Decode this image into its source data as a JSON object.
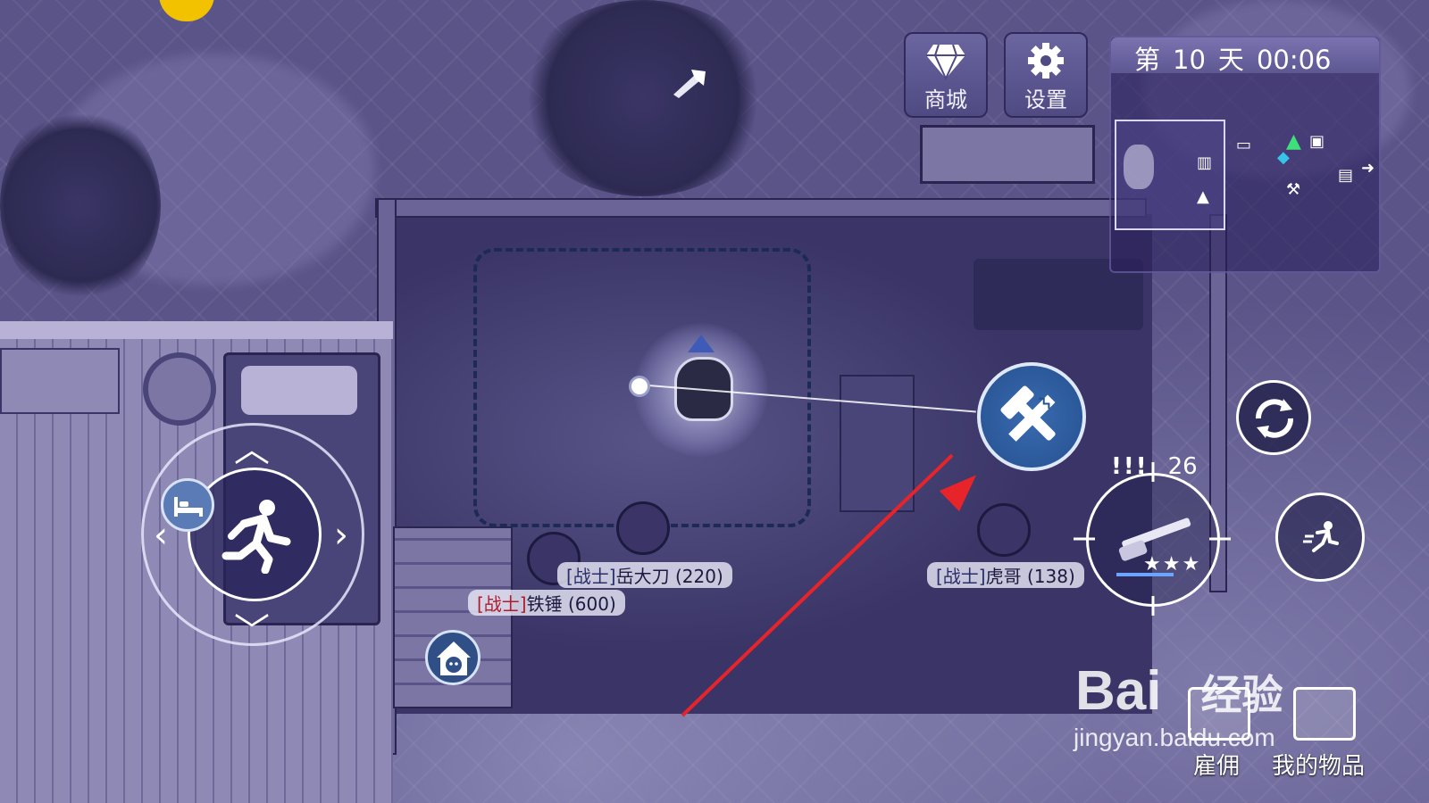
{
  "hud": {
    "shop_label": "商城",
    "settings_label": "设置",
    "day": {
      "prefix": "第",
      "number": "10",
      "suffix": "天",
      "time": "00:06"
    },
    "ammo": {
      "warning": "!!!",
      "count": "26"
    },
    "weapon_stars": "★★★",
    "hire_label": "雇佣",
    "inventory_label": "我的物品"
  },
  "npcs": [
    {
      "role": "[战士]",
      "name": "岳大刀 (220)",
      "role_color": "#2a2f6a"
    },
    {
      "role": "[战士]",
      "name": "铁锤 (600)",
      "role_color": "#b01c2a"
    },
    {
      "role": "[战士]",
      "name": "虎哥 (138)",
      "role_color": "#2a2f6a"
    }
  ],
  "watermark": {
    "brand": "Bai",
    "brand_suffix": "经验",
    "url": "jingyan.baidu.com"
  },
  "colors": {
    "accent": "#24508f",
    "arrow": "#e6242a",
    "panel": "#5d5792"
  },
  "icons": {
    "shop": "diamond-icon",
    "settings": "gear-icon",
    "build": "hammer-saw-icon",
    "swap": "refresh-icon",
    "dodge": "sprint-icon",
    "run": "running-man-icon",
    "bed": "bed-icon",
    "dog_house": "dog-house-icon"
  }
}
